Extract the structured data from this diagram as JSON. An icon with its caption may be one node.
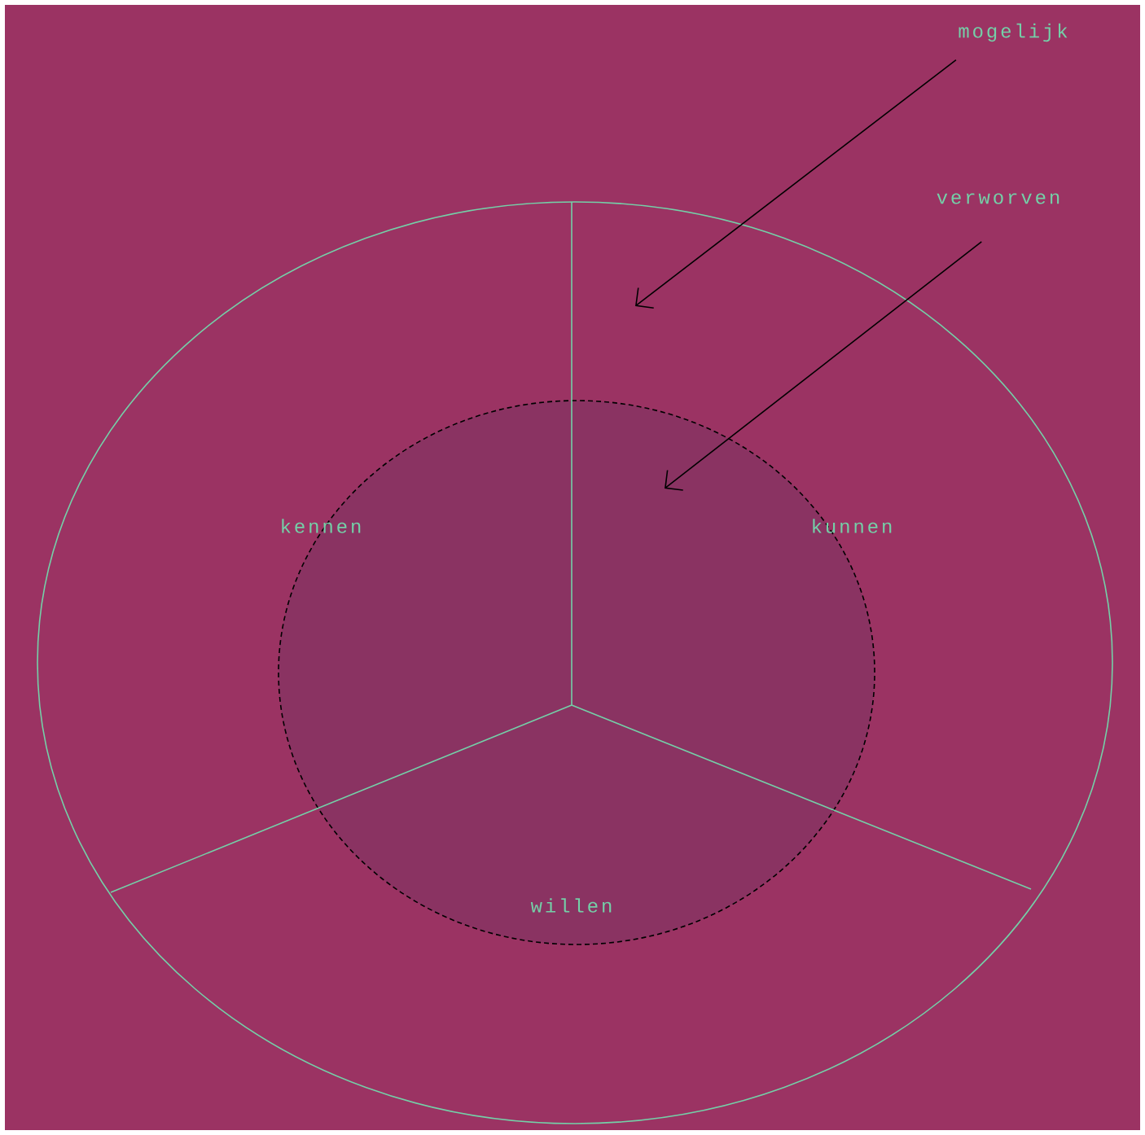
{
  "diagram": {
    "nodes": [
      {
        "text": [
          "mogelijk"
        ]
      },
      {
        "text": [],
        "shape": "circle"
      },
      {
        "text": [
          "verworven"
        ]
      },
      {
        "text": [],
        "shape": "circle",
        "in": 1
      }
    ],
    "edges": [
      {
        "from": 0,
        "to": 1,
        "arrow": "to"
      },
      {
        "from": 2,
        "to": 3,
        "arrow": "to"
      }
    ],
    "labels": [
      "kennen",
      "kunnen",
      "willen"
    ]
  }
}
